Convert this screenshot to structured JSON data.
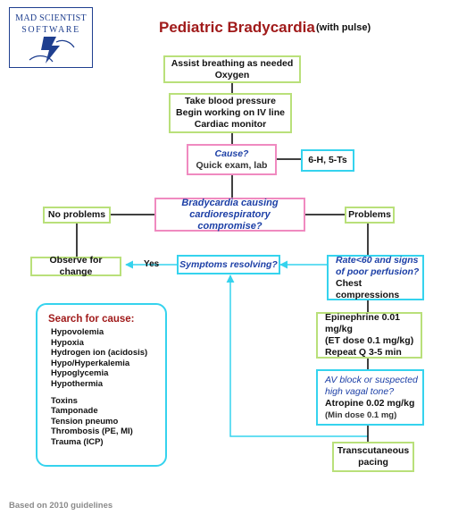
{
  "header": {
    "title": "Pediatric Bradycardia",
    "title_note": "(with pulse)"
  },
  "logo": {
    "line1": "MAD SCIENTIST",
    "line2": "SOFTWARE",
    "icon": "lightning-icon"
  },
  "flow": {
    "step1": {
      "line1": "Assist breathing as needed",
      "line2": "Oxygen"
    },
    "step2": {
      "line1": "Take blood pressure",
      "line2": "Begin working on IV line",
      "line3": "Cardiac monitor"
    },
    "cause": {
      "question": "Cause?",
      "detail": "Quick exam, lab"
    },
    "hts": "6-H, 5-Ts",
    "decision": {
      "line1": "Bradycardia causing",
      "line2": "cardiorespiratory compromise?"
    },
    "no_problems": "No problems",
    "problems": "Problems",
    "observe": "Observe for change",
    "yes_label": "Yes",
    "symptoms": "Symptoms resolving?",
    "rate": {
      "q1": "Rate<60 and signs",
      "q2": "of poor perfusion?",
      "action": "Chest compressions"
    },
    "epi": {
      "line1": "Epinephrine 0.01 mg/kg",
      "line2": "(ET dose 0.1 mg/kg)",
      "line3": "Repeat Q 3-5 min"
    },
    "av": {
      "q1": "AV block or suspected",
      "q2": "high vagal tone?",
      "line1": "Atropine 0.02 mg/kg",
      "line2": "(Min dose 0.1 mg)"
    },
    "pacing": {
      "line1": "Transcutaneous",
      "line2": "pacing"
    }
  },
  "causes": {
    "title": "Search for cause:",
    "hs": [
      "Hypovolemia",
      "Hypoxia",
      "Hydrogen ion (acidosis)",
      "Hypo/Hyperkalemia",
      "Hypoglycemia",
      "Hypothermia"
    ],
    "ts": [
      "Toxins",
      "Tamponade",
      "Tension pneumo",
      "Thrombosis (PE, MI)",
      "Trauma (ICP)"
    ]
  },
  "footer": "Based on 2010 guidelines",
  "colors": {
    "title": "#a01a1a",
    "green_border": "#b9e07a",
    "pink_border": "#f08ac0",
    "cyan_border": "#35d3ee",
    "question_text": "#1c3fa6"
  }
}
